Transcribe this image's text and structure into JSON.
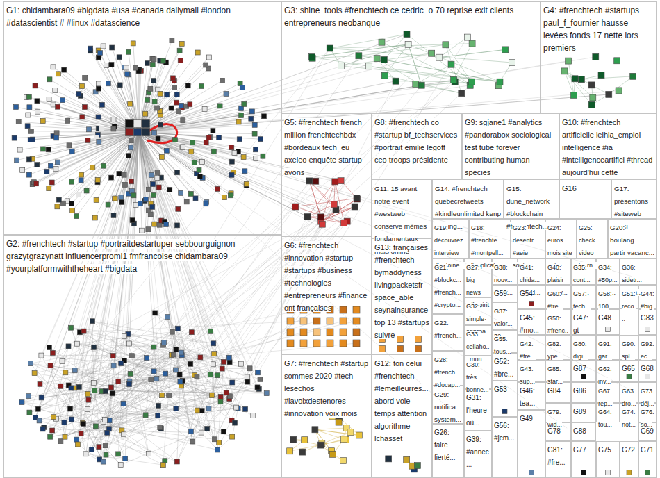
{
  "diagram": {
    "nodes": [
      {
        "text": [
          "G1: chidambara09 #bigdata #usa #canada dailymail #london #datascientist # #linux #datascience"
        ]
      },
      {
        "text": [
          "G3: shine_tools #frenchtech ce cedric_o 70 reprise exit clients entrepreneurs neobanque"
        ]
      },
      {
        "text": [
          "G4: #frenchtech #startups paul_f_fournier hausse levées fonds 17 nette lors premiers"
        ]
      },
      {
        "text": [
          "G5: #frenchtech french million frenchtechbdx #bordeaux tech_eu axeleo enquête startup avons"
        ]
      },
      {
        "text": [
          "G8: #frenchtech co #startup bf_techservices #portrait emilie legoff ceo troops présidente"
        ]
      },
      {
        "text": [
          "G9: sgjane1 #analytics #pandorabox sociological test tube forever contributing human species"
        ]
      },
      {
        "text": [
          "G10: #frenchtech artificielle leihia_emploi intelligence #ia #intelligenceartifici #thread aujourd'hui cette"
        ]
      },
      {
        "text": [
          "G11: 15 avant notre event #westweb conserve mêmes fondamentaux mais online"
        ]
      },
      {
        "text": [
          "G14: #frenchtech quebecretweets #kindleunlimited kenp #bsting..."
        ]
      },
      {
        "text": [
          "G15: dune_network #blockchain #frenchtech..."
        ]
      },
      {
        "text": [
          "G16"
        ]
      },
      {
        "text": [
          "G17: présentons #siteweb voici"
        ]
      },
      {
        "text": [
          "G19: découvrez interview d'antoine..."
        ]
      },
      {
        "text": [
          "G18: #frenchte... #montpell... l'applicati..."
        ]
      },
      {
        "text": [
          "G23: desentr... #aeie soutien..."
        ]
      },
      {
        "text": [
          "G24: euros mois site notre..."
        ]
      },
      {
        "text": [
          "G25: check video learn..."
        ]
      },
      {
        "text": [
          "G20: boulang... partir vacanc..."
        ]
      },
      {
        "text": [
          "G2: #frenchtech #startup #portraitdestartuper sebbourguignon grazytgrazynatt influencerpromi1 fmfrancoise chidambara09 #yourplatformwiththeheart #bigdata"
        ]
      },
      {
        "text": [
          "G6: #frenchtech #innovation #startup #startups #business #technologies #entrepreneurs #finance ont françaises"
        ]
      },
      {
        "text": [
          "G13: françaises #frenchtech bymaddyness livingpacketsfr space_able seynainsurance top 13 #startups suivre"
        ]
      },
      {
        "text": [
          "G21: #blockc... #french... #crypto..."
        ]
      },
      {
        "text": [
          "G27: big news talkspirit lance..."
        ]
      },
      {
        "text": [
          "G38: nouv... objet..."
        ]
      },
      {
        "text": [
          "G41: chida... #bigd..."
        ]
      },
      {
        "text": [
          "G40: plaisir interv..."
        ]
      },
      {
        "text": [
          "G35: cont... prêt..."
        ]
      },
      {
        "text": [
          "G34: #50p... start..."
        ]
      },
      {
        "text": [
          "G36: sidetr... rejoin..."
        ]
      },
      {
        "text": [
          "G59"
        ]
      },
      {
        "text": [
          "G54"
        ]
      },
      {
        "text": [
          "G60: #fre..."
        ]
      },
      {
        "text": [
          "G57: tech..."
        ]
      },
      {
        "text": [
          "G58: 100"
        ]
      },
      {
        "text": [
          "G51: reco..."
        ]
      },
      {
        "text": [
          "G44: #big..."
        ]
      },
      {
        "text": [
          "G32: simple approa..."
        ]
      },
      {
        "text": [
          "G37: valor... 32..."
        ]
      },
      {
        "text": [
          "G45: #mo..."
        ]
      },
      {
        "text": [
          "G50: #frenc..."
        ]
      },
      {
        "text": [
          "G47: gt"
        ]
      },
      {
        "text": [
          "G48"
        ]
      },
      {
        "text": [
          "G83"
        ]
      },
      {
        "text": [
          "G22: #french..."
        ]
      },
      {
        "text": [
          "G33: celiaho... mon..."
        ]
      },
      {
        "text": [
          "G55: tous..."
        ]
      },
      {
        "text": [
          "G42: #fre..."
        ]
      },
      {
        "text": [
          "G82: ype..."
        ]
      },
      {
        "text": [
          "G80: digi..."
        ]
      },
      {
        "text": [
          "G91: gar..."
        ]
      },
      {
        "text": [
          "G90: spl..."
        ]
      },
      {
        "text": [
          "G92: ec..."
        ]
      },
      {
        "text": [
          "G28: #french... #docap..."
        ]
      },
      {
        "text": [
          "G52: #bre..."
        ]
      },
      {
        "text": [
          "G30: très bonne..."
        ]
      },
      {
        "text": [
          "G43: sup..."
        ]
      },
      {
        "text": [
          "G85: star..."
        ]
      },
      {
        "text": [
          "G87"
        ]
      },
      {
        "text": [
          "G62: inv..."
        ]
      },
      {
        "text": [
          "G65"
        ]
      },
      {
        "text": [
          "G68"
        ]
      },
      {
        "text": [
          "G53"
        ]
      },
      {
        "text": [
          "G46: tea..."
        ]
      },
      {
        "text": [
          "G84"
        ]
      },
      {
        "text": [
          "G86"
        ]
      },
      {
        "text": [
          "G67: rep..."
        ]
      },
      {
        "text": [
          "G63: dro..."
        ]
      },
      {
        "text": [
          "G73: déj..."
        ]
      },
      {
        "text": [
          "G29: notifica... system..."
        ]
      },
      {
        "text": [
          "G31: l'heure où..."
        ]
      },
      {
        "text": [
          "G79: wid..."
        ]
      },
      {
        "text": [
          "G89"
        ]
      },
      {
        "text": [
          "G64: tou..."
        ]
      },
      {
        "text": [
          "G74: not..."
        ]
      },
      {
        "text": [
          "G76: so..."
        ]
      },
      {
        "text": [
          "G49"
        ]
      },
      {
        "text": [
          "G56: #jcm..."
        ]
      },
      {
        "text": [
          "G78"
        ]
      },
      {
        "text": [
          "G88"
        ]
      },
      {
        "text": [
          "G69"
        ]
      },
      {
        "text": [
          "G26: faire fierté..."
        ]
      },
      {
        "text": [
          "G39: #annec..."
        ]
      },
      {
        "text": [
          "G81: #fre..."
        ]
      },
      {
        "text": [
          "G77"
        ]
      },
      {
        "text": [
          "G75"
        ]
      },
      {
        "text": [
          "G72"
        ]
      },
      {
        "text": [
          "G71"
        ]
      },
      {
        "text": [
          "G7: #frenchtech #startup sommes 2020 #tech lesechos #lavoixdestenores #innovation voix mois"
        ]
      },
      {
        "text": [
          "G12: ton celui #frenchtech #lemeilleurres... abord vole temps attention algorithme lchasset"
        ]
      }
    ]
  }
}
